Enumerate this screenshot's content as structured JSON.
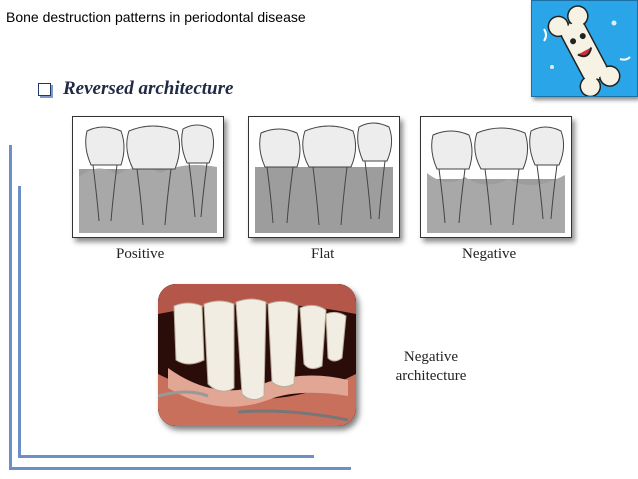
{
  "slide": {
    "title": "Bone destruction patterns in periodontal disease",
    "heading": "Reversed architecture"
  },
  "diagrams": [
    {
      "label": "Positive"
    },
    {
      "label": "Flat"
    },
    {
      "label": "Negative"
    }
  ],
  "photo": {
    "label_line1": "Negative",
    "label_line2": "architecture"
  },
  "colors": {
    "accent_frame": "#6d8fc6",
    "logo_bg": "#2aa6e8",
    "bullet": "#1f3864"
  }
}
